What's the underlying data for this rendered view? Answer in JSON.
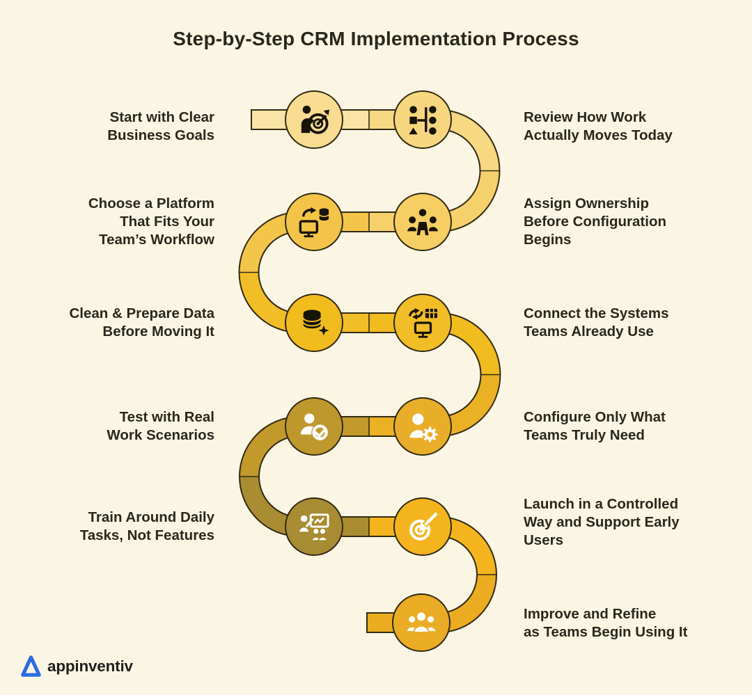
{
  "title": "Step-by-Step CRM Implementation Process",
  "colors": {
    "background": "#FBF6E3",
    "outline": "#312A14",
    "text": "#29281D",
    "logo_accent": "#2D6BE4",
    "logo_text": "#1F1F1F"
  },
  "logo": {
    "label": "appinventiv"
  },
  "snake": {
    "segments": [
      {
        "color": "#F9E3A6"
      },
      {
        "color": "#F7D983"
      },
      {
        "color": "#F6D06B"
      },
      {
        "color": "#F3C549"
      },
      {
        "color": "#F1BE27"
      },
      {
        "color": "#F0BC20"
      },
      {
        "color": "#EAB124"
      },
      {
        "color": "#C2992B"
      },
      {
        "color": "#AA8D33"
      },
      {
        "color": "#F3B41D"
      },
      {
        "color": "#EBAC21"
      }
    ]
  },
  "nodes": [
    {
      "icon": "person-target-icon",
      "color": "#F8DC92",
      "icon_color": "#171408"
    },
    {
      "icon": "workflow-review-icon",
      "color": "#F6D77F",
      "icon_color": "#171408"
    },
    {
      "icon": "platform-icon",
      "color": "#F3C447",
      "icon_color": "#171408"
    },
    {
      "icon": "ownership-icon",
      "color": "#F6CE63",
      "icon_color": "#171408"
    },
    {
      "icon": "clean-data-icon",
      "color": "#F0BC1E",
      "icon_color": "#171408"
    },
    {
      "icon": "connect-systems-icon",
      "color": "#F1BE28",
      "icon_color": "#171408"
    },
    {
      "icon": "test-scenarios-icon",
      "color": "#BE982C",
      "icon_color": "#FFFFFF"
    },
    {
      "icon": "configure-icon",
      "color": "#E9AE29",
      "icon_color": "#FFFFFF"
    },
    {
      "icon": "training-icon",
      "color": "#A88C33",
      "icon_color": "#FFFFFF"
    },
    {
      "icon": "launch-icon",
      "color": "#F4B41E",
      "icon_color": "#FFFFFF"
    },
    {
      "icon": "improve-users-icon",
      "color": "#E9AC24",
      "icon_color": "#FFFFFF"
    }
  ],
  "labels": [
    {
      "text": "Start with Clear\nBusiness Goals",
      "side": "left"
    },
    {
      "text": "Review How Work\nActually Moves Today",
      "side": "right"
    },
    {
      "text": "Choose a Platform\nThat Fits Your\nTeam’s Workflow",
      "side": "left"
    },
    {
      "text": "Assign Ownership\nBefore Configuration\nBegins",
      "side": "right"
    },
    {
      "text": "Clean & Prepare Data\nBefore Moving It",
      "side": "left"
    },
    {
      "text": "Connect the Systems\nTeams Already Use",
      "side": "right"
    },
    {
      "text": "Test with Real\nWork Scenarios",
      "side": "left"
    },
    {
      "text": "Configure Only What\nTeams Truly Need",
      "side": "right"
    },
    {
      "text": "Train Around Daily\nTasks, Not Features",
      "side": "left"
    },
    {
      "text": "Launch in a Controlled\nWay and Support Early\nUsers",
      "side": "right"
    },
    {
      "text": "Improve and Refine\nas Teams Begin Using It",
      "side": "right"
    }
  ]
}
